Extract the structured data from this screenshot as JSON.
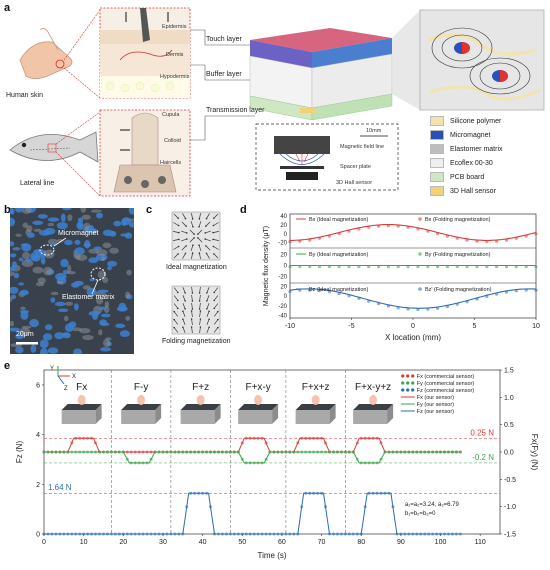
{
  "panels": {
    "a": "a",
    "b": "b",
    "c": "c",
    "d": "d",
    "e": "e"
  },
  "panel_a": {
    "human_skin": "Human skin",
    "lateral_line": "Lateral line",
    "epidermis": "Epidermis",
    "dermis": "Dermis",
    "hypodermis": "Hypodermis",
    "cupula": "Cupula",
    "colloid": "Colloid",
    "haircells": "Haircells",
    "touch_layer": "Touch layer",
    "buffer_layer": "Buffer layer",
    "transmission_layer": "Transmission layer",
    "scale": "10mm",
    "magnetic_field_line": "Magnetic field line",
    "spacer_plate": "Spacer plate",
    "hall_sensor": "3D Hall sensor",
    "legend": [
      {
        "label": "Silicone polymer",
        "color": "#f3e3b0"
      },
      {
        "label": "Micromagnet",
        "color": "#2a4fb5"
      },
      {
        "label": "Elastomer matrix",
        "color": "#bdbdbd"
      },
      {
        "label": "Ecoflex 00-30",
        "color": "#eeeeee"
      },
      {
        "label": "PCB board",
        "color": "#cfe8c3"
      },
      {
        "label": "3D Hall sensor",
        "color": "#efd27a"
      }
    ]
  },
  "panel_b": {
    "micromagnet": "Micromagnet",
    "elastomer": "Elastomer matrix",
    "scale": "20μm"
  },
  "panel_c": {
    "ideal": "Ideal magnetization",
    "folding": "Folding magnetization"
  },
  "panel_d": {
    "ylabel": "Magnetic flux density (μT)",
    "xlabel": "X location (mm)",
    "x_ticks": [
      "-10",
      "-5",
      "0",
      "5",
      "10"
    ],
    "y_ticks_top": [
      "40",
      "20",
      "0",
      "-20"
    ],
    "y_ticks_mid": [
      "20",
      "0",
      "-20"
    ],
    "y_ticks_bot": [
      "20",
      "0",
      "-20",
      "-40"
    ],
    "legend_bx": [
      "Bx (Ideal magnetization)",
      "Bx (Folding magnetization)"
    ],
    "legend_by": [
      "By (Ideal magnetization)",
      "By (Folding magnetization)"
    ],
    "legend_bz": [
      "Bz (Ideal magnetization)",
      "Bz' (Folding magnetization)"
    ]
  },
  "panel_e": {
    "ylabel_left": "Fz (N)",
    "ylabel_right": "Fx(Fy) (N)",
    "xlabel": "Time (s)",
    "x_ticks": [
      "0",
      "10",
      "20",
      "30",
      "40",
      "50",
      "60",
      "70",
      "80",
      "90",
      "100",
      "110"
    ],
    "y_ticks_left": [
      "0",
      "2",
      "4",
      "6"
    ],
    "y_ticks_right": [
      "1.5",
      "1.0",
      "0.5",
      "0.0",
      "-0.5",
      "-1.0",
      "-1.5"
    ],
    "phases": [
      "Fx",
      "F-y",
      "F+z",
      "F+x-y",
      "F+x+z",
      "F+x-y+z"
    ],
    "legend": [
      "Fx (commercial sensor)",
      "Fy (commercial sensor)",
      "Fz (commercial sensor)",
      "Fx (our sensor)",
      "Fy (our sensor)",
      "Fz (our sensor)"
    ],
    "annot_025": "0.25 N",
    "annot_m02": "-0.2 N",
    "annot_164": "1.64 N",
    "coef1": "a₁=a₂=3.24, a₃=6.79",
    "coef2": "b₁=b₂=b₃=0",
    "axis_x": "X",
    "axis_y": "Y",
    "axis_z": "Z"
  },
  "colors": {
    "red": "#d93a3a",
    "green": "#3aa64a",
    "blue": "#2b6cb5"
  }
}
